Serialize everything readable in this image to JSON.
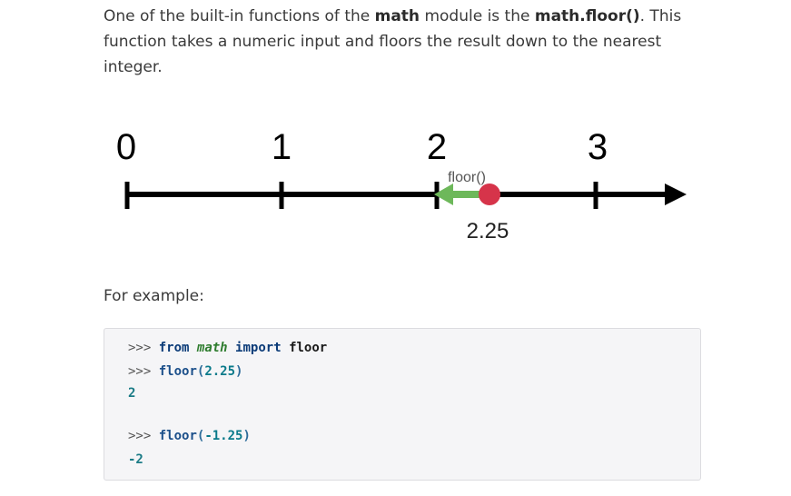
{
  "intro": {
    "text_1": "One of the built-in functions of the ",
    "bold_1": "math",
    "text_2": " module is the ",
    "bold_2": "math.floor()",
    "text_3": ". This function takes a numeric input and floors the result down to the nearest integer."
  },
  "diagram": {
    "ticks": [
      "0",
      "1",
      "2",
      "3"
    ],
    "arrow_label": "floor()",
    "point_label": "2.25",
    "point_value": 2.25,
    "colors": {
      "line": "#000000",
      "point": "#d6344a",
      "arrow": "#6db85a"
    }
  },
  "example_label": "For example:",
  "code": {
    "prompt": ">>>",
    "line1": {
      "kw_from": "from",
      "module": "math",
      "kw_import": "import",
      "name": "floor"
    },
    "line2": {
      "fn": "floor",
      "open": "(",
      "arg": "2.25",
      "close": ")"
    },
    "out1": "2",
    "line3": {
      "fn": "floor",
      "open": "(",
      "arg": "-1.25",
      "close": ")"
    },
    "out2": "-2"
  }
}
